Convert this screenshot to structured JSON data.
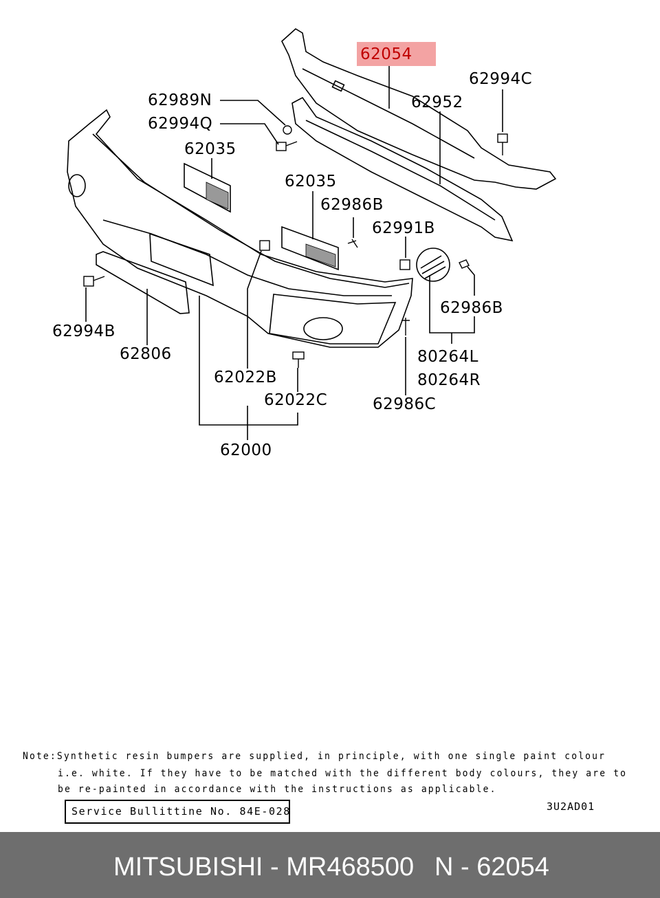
{
  "diagram": {
    "highlighted_part": "62054",
    "highlight_color": "#f3a3a3",
    "labels": [
      "62994C",
      "62952",
      "62989N",
      "62994Q",
      "62035",
      "62035",
      "62986B",
      "62991B",
      "62986B",
      "62994B",
      "62806",
      "80264L",
      "80264R",
      "62022B",
      "62022C",
      "62986C",
      "62000"
    ]
  },
  "note": {
    "line1": "Note:Synthetic resin bumpers are supplied, in principle, with one single paint colour",
    "line2": "i.e. white. If they have to be matched with the different body colours, they are to",
    "line3": "be re-painted in accordance with the instructions as applicable.",
    "bulletin": "Service Bullittine No. 84E-028",
    "code": "3U2AD01"
  },
  "footer": {
    "brand_part": "MITSUBISHI - MR468500",
    "ref": "N - 62054",
    "bg_color": "#6e6e6e"
  }
}
